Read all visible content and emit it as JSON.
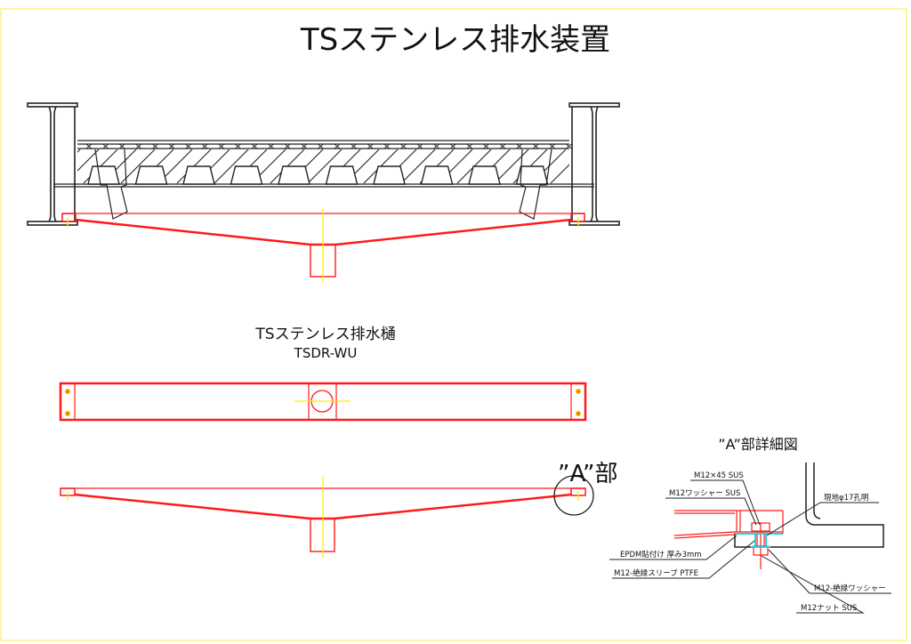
{
  "drawing": {
    "title": "TSステンレス排水装置",
    "section_views": {
      "plan_title": "TSステンレス排水樋",
      "plan_model": "TSDR-WU",
      "callout_label": "”A”部"
    },
    "detail": {
      "title": "”A”部詳細図",
      "notes": [
        {
          "id": "bolt",
          "text": "M12×45 SUS"
        },
        {
          "id": "washer",
          "text": "M12ワッシャー SUS"
        },
        {
          "id": "hole",
          "text": "現地φ17孔明"
        },
        {
          "id": "epdm",
          "text": "EPDM貼付け 厚み3mm"
        },
        {
          "id": "sleeve",
          "text": "M12-絶縁スリーブ PTFE"
        },
        {
          "id": "ins-washer",
          "text": "M12-絶縁ワッシャー"
        },
        {
          "id": "nut",
          "text": "M12ナット SUS"
        }
      ]
    },
    "colors": {
      "outline": "#222222",
      "gutter": "#ff1a1a",
      "centerline": "#ffee00",
      "insulation": "#22d3e0",
      "frame": "#fffaa0"
    }
  }
}
